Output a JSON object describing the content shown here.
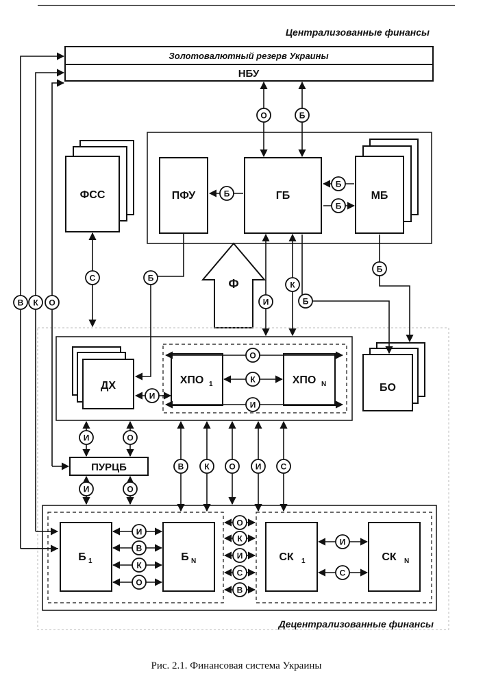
{
  "figure": {
    "top_title": "Централизованные финансы",
    "bottom_title": "Децентрализованные финансы",
    "caption": "Рис. 2.1. Финансовая система Украины"
  },
  "nodes": {
    "reserve": "Золотовалютный резерв Украины",
    "nbu": "НБУ",
    "fss": "ФСС",
    "pfu": "ПФУ",
    "gb": "ГБ",
    "mb": "МБ",
    "f_arrow": "Ф",
    "dh": "ДХ",
    "hpo1": "ХПО",
    "hpo1_sub": "1",
    "hpon": "ХПО",
    "hpon_sub": "N",
    "bo": "БО",
    "purcb": "ПУРЦБ",
    "b1": "Б",
    "b1_sub": "1",
    "bn": "Б",
    "bn_sub": "N",
    "sk1": "СК",
    "sk1_sub": "1",
    "skn": "СК",
    "skn_sub": "N"
  },
  "links": {
    "nbu_gb": [
      "О",
      "Б"
    ],
    "gb_pfu": "Б",
    "mb_gb": [
      "Б",
      "Б"
    ],
    "fss_dh": "С",
    "pfu_dh": "Б",
    "gb_dh": "И",
    "gb_hpo": "К",
    "gb_bo_left": "Б",
    "mb_bo": "Б",
    "left_vertical": [
      "В",
      "К",
      "О"
    ],
    "dh_hpo": "И",
    "hpo_pair": [
      "О",
      "К",
      "И"
    ],
    "dh_purcb": [
      "И",
      "О"
    ],
    "purcb_banks": [
      "И",
      "О"
    ],
    "hpo_decentral": [
      "В",
      "К",
      "О",
      "И",
      "С"
    ],
    "banks_pair": [
      "И",
      "В",
      "К",
      "О"
    ],
    "banks_sk": [
      "О",
      "К",
      "И",
      "С",
      "В"
    ],
    "sk_pair": [
      "И",
      "С"
    ]
  }
}
